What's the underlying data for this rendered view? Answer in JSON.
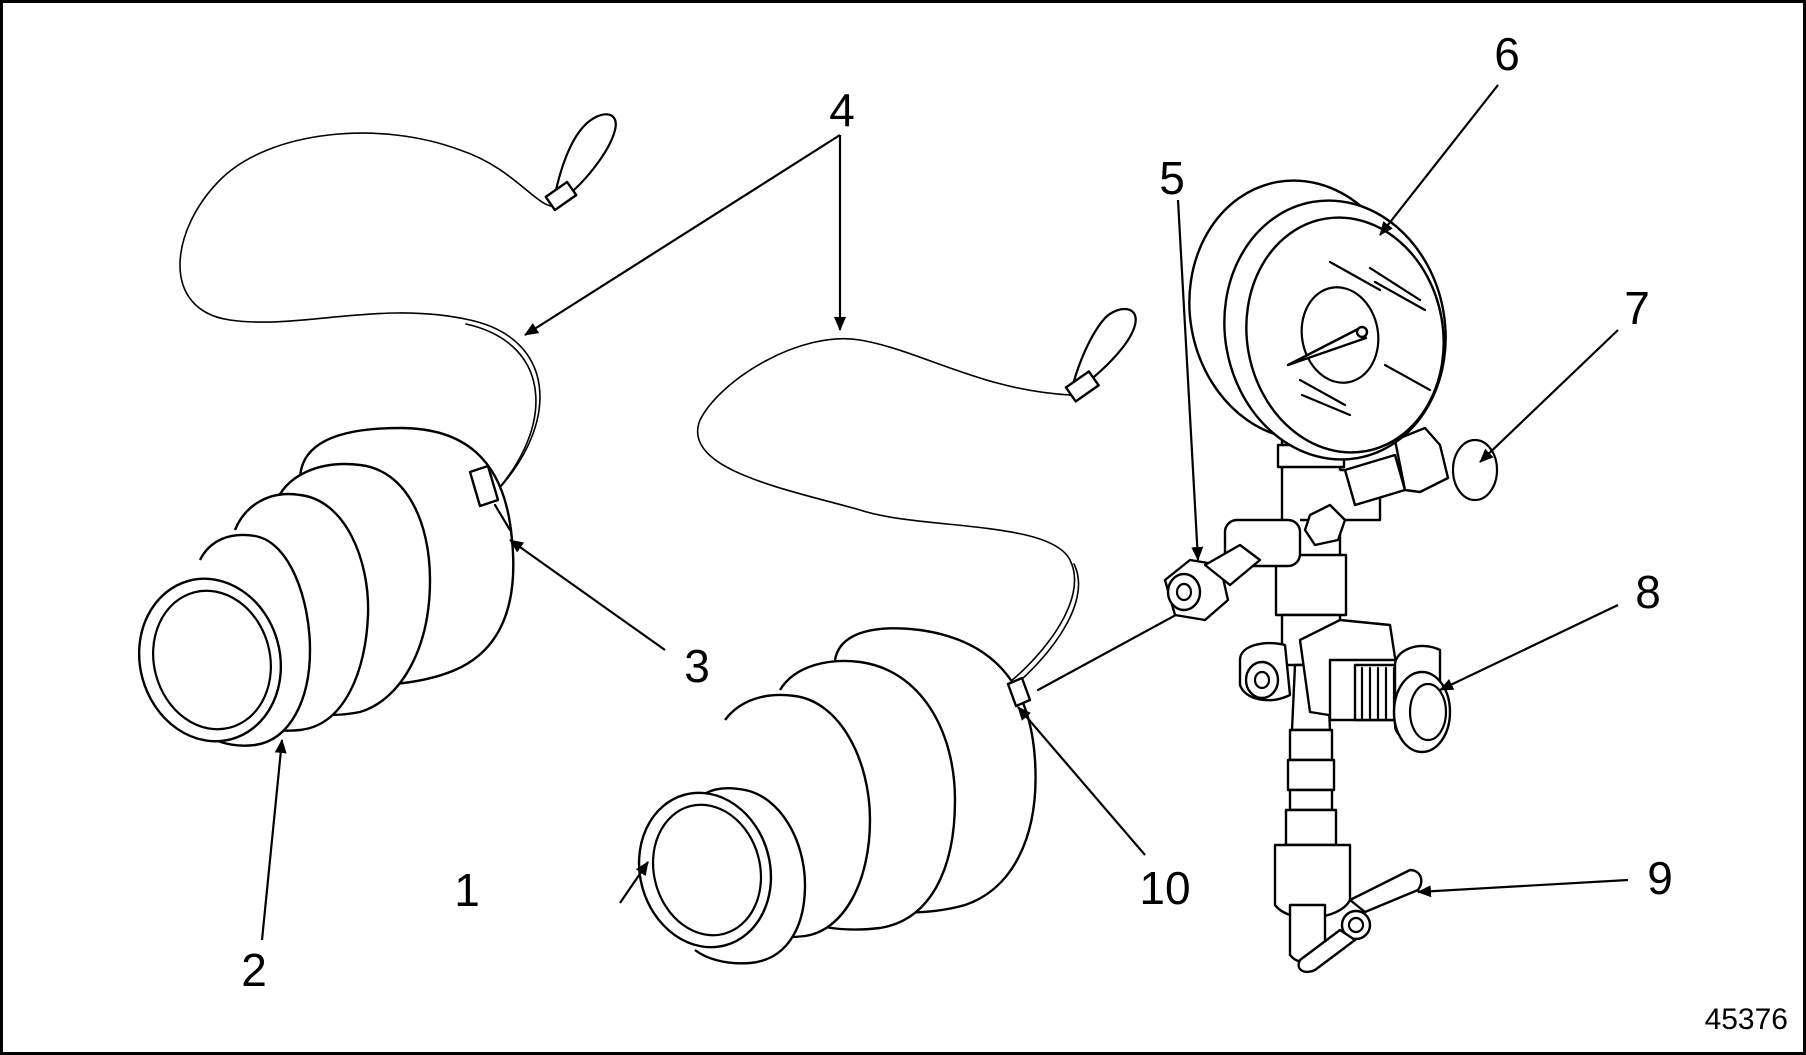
{
  "figure": {
    "id": "45376",
    "callouts": [
      {
        "key": "c1",
        "text": "1"
      },
      {
        "key": "c2",
        "text": "2"
      },
      {
        "key": "c3",
        "text": "3"
      },
      {
        "key": "c4",
        "text": "4"
      },
      {
        "key": "c5",
        "text": "5"
      },
      {
        "key": "c6",
        "text": "6"
      },
      {
        "key": "c7",
        "text": "7"
      },
      {
        "key": "c8",
        "text": "8"
      },
      {
        "key": "c9",
        "text": "9"
      },
      {
        "key": "c10",
        "text": "10"
      }
    ]
  },
  "colors": {
    "line": "#000000",
    "background": "#ffffff"
  }
}
